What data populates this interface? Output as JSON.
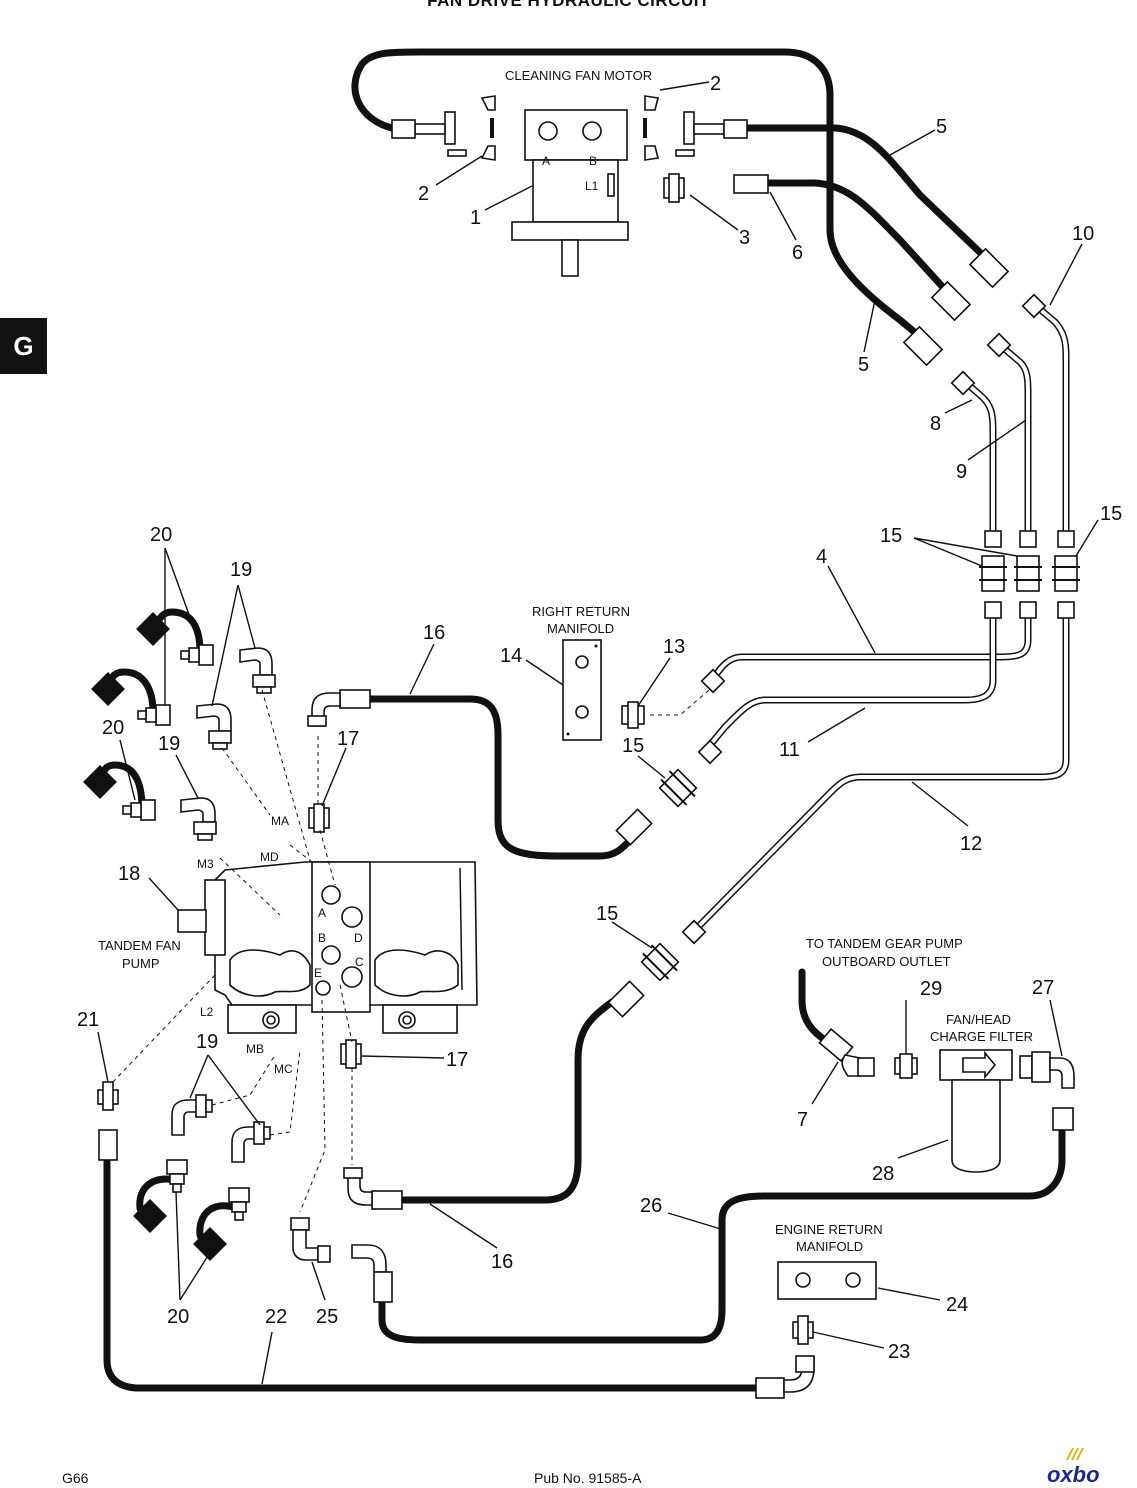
{
  "page_title": "FAN DRIVE HYDRAULIC CIRCUIT",
  "section_tab": "G",
  "footer": {
    "page_number": "G66",
    "publication": "Pub No. 91585-A",
    "brand": "oxbo"
  },
  "component_labels": {
    "cleaning_fan_motor": "CLEANING FAN MOTOR",
    "right_return_manifold": [
      "RIGHT RETURN",
      "MANIFOLD"
    ],
    "tandem_fan_pump": [
      "TANDEM FAN",
      "PUMP"
    ],
    "to_tandem_gear_pump": [
      "TO TANDEM GEAR PUMP",
      "OUTBOARD OUTLET"
    ],
    "fan_head_charge_filter": [
      "FAN/HEAD",
      "CHARGE FILTER"
    ],
    "engine_return_manifold": [
      "ENGINE RETURN",
      "MANIFOLD"
    ]
  },
  "port_labels": {
    "motor_a": "A",
    "motor_b": "B",
    "motor_l1": "L1",
    "pump_a": "A",
    "pump_b": "B",
    "pump_c": "C",
    "pump_d": "D",
    "pump_e": "E",
    "ma": "MA",
    "md": "MD",
    "m3": "M3",
    "l2": "L2",
    "mb": "MB",
    "mc": "MC"
  },
  "callouts": {
    "c1": "1",
    "c2a": "2",
    "c2b": "2",
    "c3": "3",
    "c4": "4",
    "c5a": "5",
    "c5b": "5",
    "c6": "6",
    "c7": "7",
    "c8": "8",
    "c9": "9",
    "c10": "10",
    "c11": "11",
    "c12": "12",
    "c13": "13",
    "c14": "14",
    "c15a": "15",
    "c15b": "15",
    "c15c": "15",
    "c15d": "15",
    "c16a": "16",
    "c16b": "16",
    "c17a": "17",
    "c17b": "17",
    "c18": "18",
    "c19a": "19",
    "c19b": "19",
    "c19c": "19",
    "c20a": "20",
    "c20b": "20",
    "c20c": "20",
    "c21": "21",
    "c22": "22",
    "c23": "23",
    "c24": "24",
    "c25": "25",
    "c26": "26",
    "c27": "27",
    "c28": "28",
    "c29": "29"
  },
  "colors": {
    "line": "#111111",
    "background": "#ffffff",
    "brand": "#1a2a8a",
    "brand_mark": "#e0b000"
  }
}
